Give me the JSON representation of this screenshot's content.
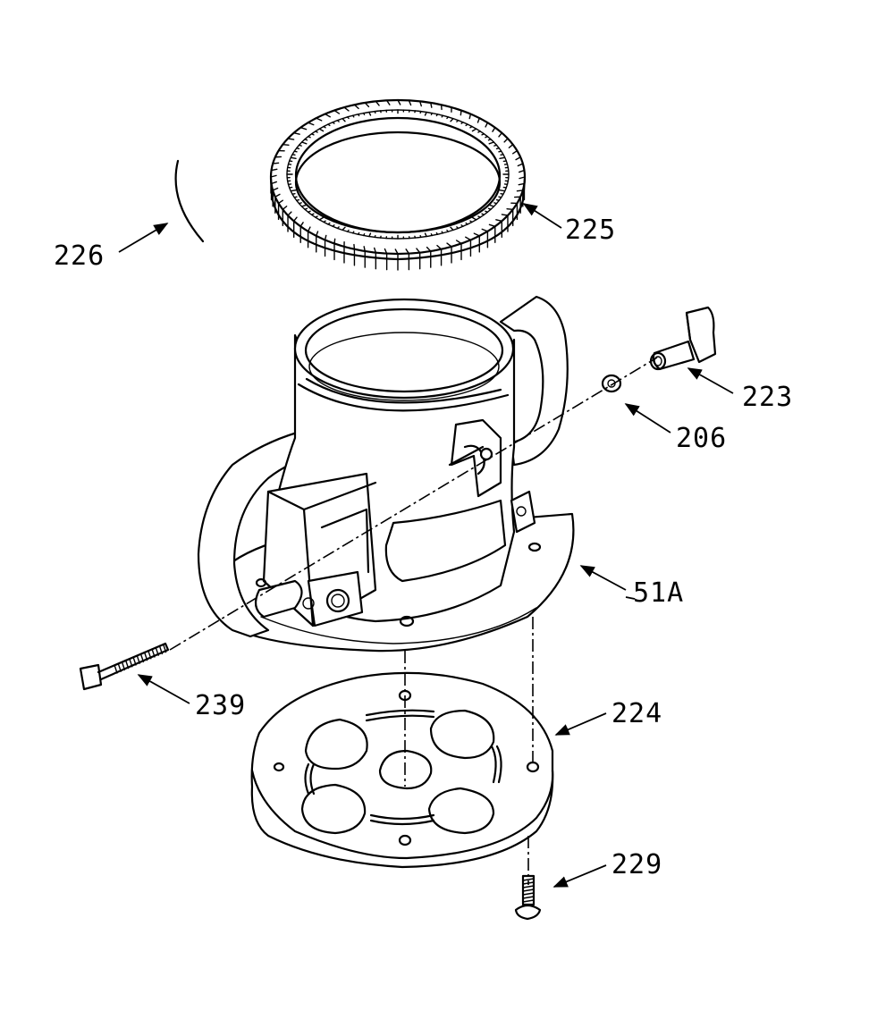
{
  "callouts": {
    "c226": "226",
    "c225": "225",
    "c223": "223",
    "c206": "206",
    "c51a": "51A",
    "c239": "239",
    "c224": "224",
    "c229": "229"
  },
  "colors": {
    "line": "#000000",
    "background": "#ffffff"
  }
}
